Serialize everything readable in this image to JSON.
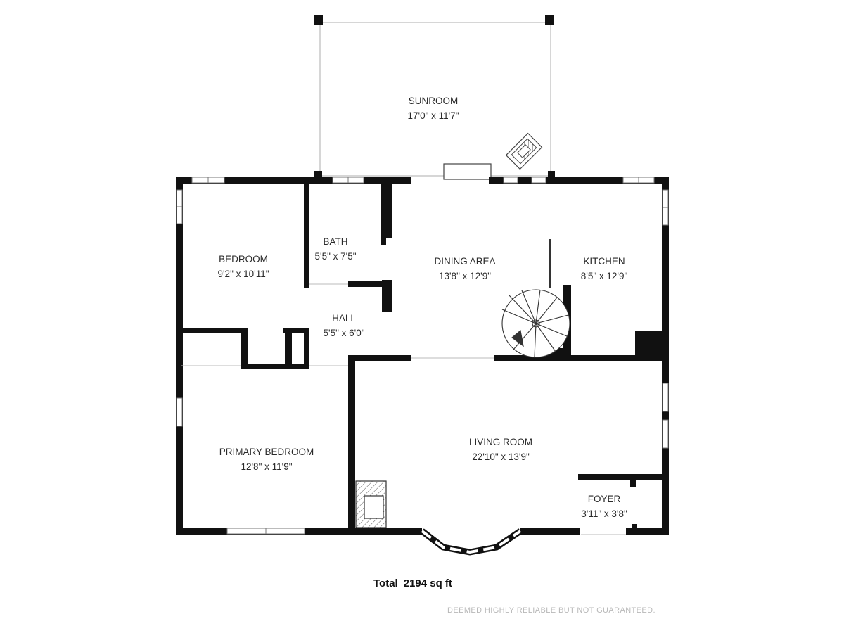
{
  "rooms": {
    "sunroom": {
      "name": "SUNROOM",
      "size": "17'0\" x 11'7\""
    },
    "bedroom": {
      "name": "BEDROOM",
      "size": "9'2\" x 10'11\""
    },
    "bath": {
      "name": "BATH",
      "size": "5'5\" x 7'5\""
    },
    "dining": {
      "name": "DINING AREA",
      "size": "13'8\" x 12'9\""
    },
    "kitchen": {
      "name": "KITCHEN",
      "size": "8'5\" x 12'9\""
    },
    "hall": {
      "name": "HALL",
      "size": "5'5\" x 6'0\""
    },
    "primary": {
      "name": "PRIMARY BEDROOM",
      "size": "12'8\" x 11'9\""
    },
    "living": {
      "name": "LIVING ROOM",
      "size": "22'10\" x 13'9\""
    },
    "foyer": {
      "name": "FOYER",
      "size": "3'11\" x 3'8\""
    }
  },
  "total": {
    "label": "Total",
    "value": "2194 sq ft"
  },
  "disclaimer": "DEEMED HIGHLY RELIABLE BUT NOT GUARANTEED."
}
